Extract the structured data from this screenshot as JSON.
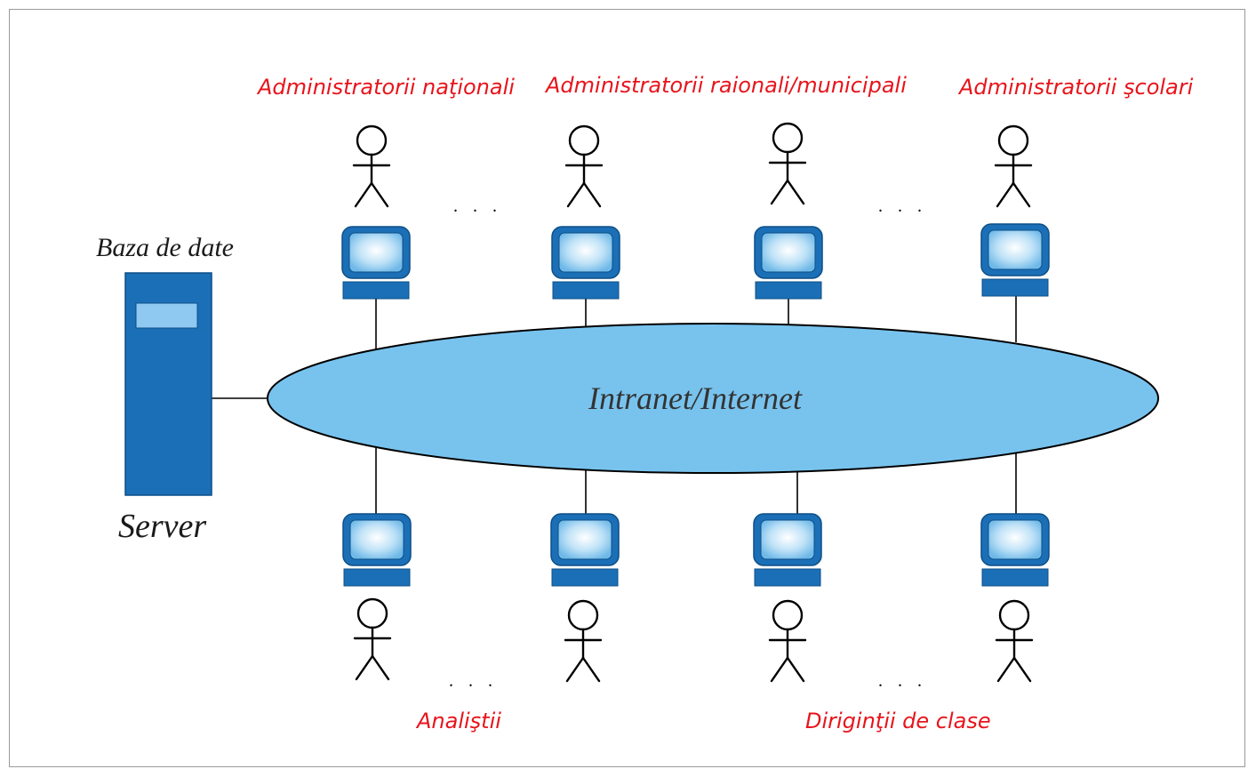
{
  "labels": {
    "database": "Baza de date",
    "server": "Server",
    "network": "Intranet/Internet",
    "ellipsis": ". . ."
  },
  "roles": {
    "national_admins": "Administratorii naţionali",
    "district_admins": "Administratorii raionali/municipali",
    "school_admins": "Administratorii şcolari",
    "analysts": "Analiştii",
    "class_masters": "Diriginţii de clase"
  },
  "colors": {
    "role_label": "#e8141b",
    "server_fill": "#1b6fb6",
    "server_screen": "#8fc8f0",
    "network_fill": "#78c3ee",
    "monitor_frame": "#1b6fb6",
    "monitor_screen_center": "#ffffff",
    "monitor_screen_edge": "#6fb9e8",
    "line": "#000000"
  },
  "icons": {
    "user": "stick-figure-icon",
    "computer": "computer-monitor-icon",
    "server": "server-tower-icon"
  }
}
